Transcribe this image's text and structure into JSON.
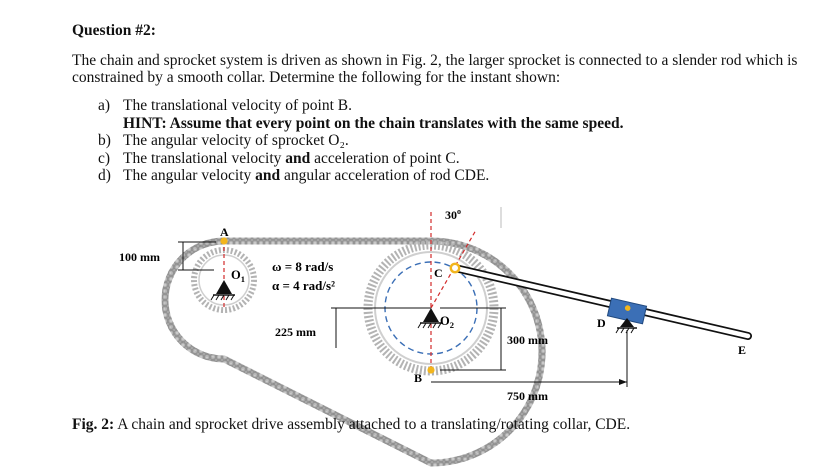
{
  "question": {
    "title": "Question #2:",
    "intro": "The chain and sprocket system is driven as shown in Fig. 2, the larger sprocket is connected to a slender rod which is constrained by a smooth collar.  Determine the following for the instant shown:",
    "parts": [
      {
        "label": "a)",
        "text": "The translational velocity of point B."
      },
      {
        "hint": "HINT: Assume that every point on the chain translates with the same speed."
      },
      {
        "label": "b)",
        "text": "The angular velocity of sprocket O₂."
      },
      {
        "label": "c)",
        "text_before": "The translational velocity ",
        "bold": "and",
        "text_after": " acceleration of point C."
      },
      {
        "label": "d)",
        "text_before": "The angular velocity ",
        "bold": "and",
        "text_after": " angular acceleration of rod CDE."
      }
    ]
  },
  "figure": {
    "label_A": "A",
    "label_B": "B",
    "label_C": "C",
    "label_D": "D",
    "label_E": "E",
    "label_O1": "O",
    "label_O1_sub": "1",
    "label_O2": "O",
    "label_O2_sub": "2",
    "angle": "30",
    "angle_sup": "o",
    "omega": "ω = 8 rad/s",
    "alpha": "α = 4 rad/s²",
    "dim_100": "100 mm",
    "dim_225": "225 mm",
    "dim_300": "300 mm",
    "dim_750": "750 mm",
    "colors": {
      "collar": "#3b6fb6",
      "marker": "#f2b51d",
      "sprocket": "#a9a9a9",
      "dash_red": "#d22b2b",
      "dash_blue": "#3b6fb6"
    }
  },
  "caption": {
    "bold": "Fig. 2:",
    "text": " A chain and sprocket drive assembly attached to a translating/rotating collar, CDE."
  }
}
